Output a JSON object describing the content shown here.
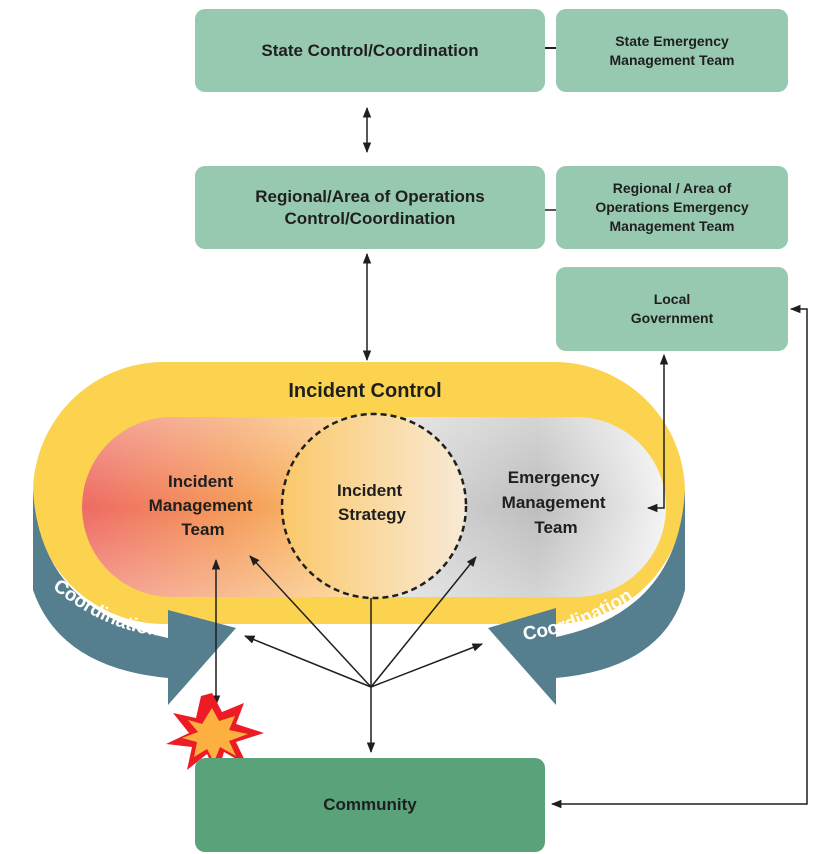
{
  "boxes": {
    "state_control": "State Control/Coordination",
    "state_emt": "State Emergency\nManagement Team",
    "regional_control": "Regional/Area of Operations\nControl/Coordination",
    "regional_emt": "Regional / Area of\nOperations Emergency\nManagement Team",
    "local_government": "Local\nGovernment",
    "community": "Community"
  },
  "incident": {
    "title": "Incident Control",
    "imt": [
      "Incident",
      "Management",
      "Team"
    ],
    "strategy": [
      "Incident",
      "Strategy"
    ],
    "emt": [
      "Emergency",
      "Management",
      "Team"
    ]
  },
  "coordination": {
    "left": "Coordination",
    "right": "Coordination"
  },
  "colors": {
    "box": "#97c8b0",
    "community": "#5aa37a",
    "yellow": "#fbd34e",
    "coordination_arrow": "#557f8e",
    "explosion": "#f15a24"
  }
}
